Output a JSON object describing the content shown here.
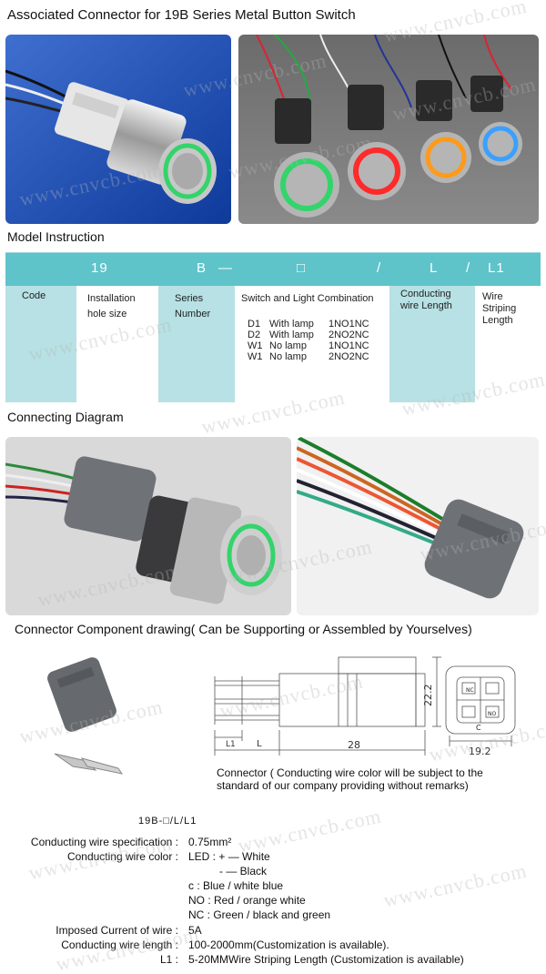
{
  "title": "Associated Connector for 19B Series Metal Button Switch",
  "sections": {
    "model_instruction": "Model Instruction",
    "connecting_diagram": "Connecting Diagram",
    "component_drawing": "Connector Component drawing( Can be Supporting or Assembled by Yourselves)"
  },
  "model_table": {
    "row1": [
      "19",
      "B",
      "—",
      "□",
      "/",
      "L",
      "/",
      "L1"
    ],
    "code_label": "Code",
    "installation": "Installation hole size",
    "series": "Series Number",
    "switch_light": "Switch and Light Combination",
    "conducting": "Conducting wire Length",
    "wire_striping": "Wire Striping Length",
    "options": [
      {
        "code": "D1",
        "lamp": "With lamp",
        "contact": "1NO1NC"
      },
      {
        "code": "D2",
        "lamp": "With lamp",
        "contact": "2NO2NC"
      },
      {
        "code": "W1",
        "lamp": "No lamp",
        "contact": "1NO1NC"
      },
      {
        "code": "W1",
        "lamp": "No lamp",
        "contact": "2NO2NC"
      }
    ]
  },
  "drawing": {
    "dim_L1": "L1",
    "dim_L": "L",
    "dim_28": "28",
    "dim_222": "22.2",
    "dim_192": "19.2",
    "nc": "NC",
    "no": "NO",
    "c": "C",
    "note": "Connector ( Conducting wire color will be subject to the standard of our company providing without remarks)"
  },
  "model_code": "19B-□/L/L1",
  "specs": {
    "spec_label": "Conducting wire specification :",
    "spec_value": "0.75mm²",
    "color_label": "Conducting wire color :",
    "led_plus": "LED : + — White",
    "led_minus": "- — Black",
    "c_color": "c : Blue / white blue",
    "no_color": "NO : Red / orange white",
    "nc_color": "NC : Green / black and green",
    "current_label": "Imposed Current of wire :",
    "current_value": "5A",
    "length_label": "Conducting wire length :",
    "length_value": "100-2000mm(Customization is available).",
    "l1_label": "L1 :",
    "l1_value": "5-20MMWire Striping Length (Customization is available)"
  },
  "watermark": "www.cnvcb.com",
  "colors": {
    "teal_header": "#5fc3ca",
    "teal_cell": "#b7e1e4",
    "ring_green": "#33d46a",
    "ring_red": "#ff2a2a",
    "ring_orange": "#ff9a1a",
    "ring_blue": "#3aa0ff"
  }
}
